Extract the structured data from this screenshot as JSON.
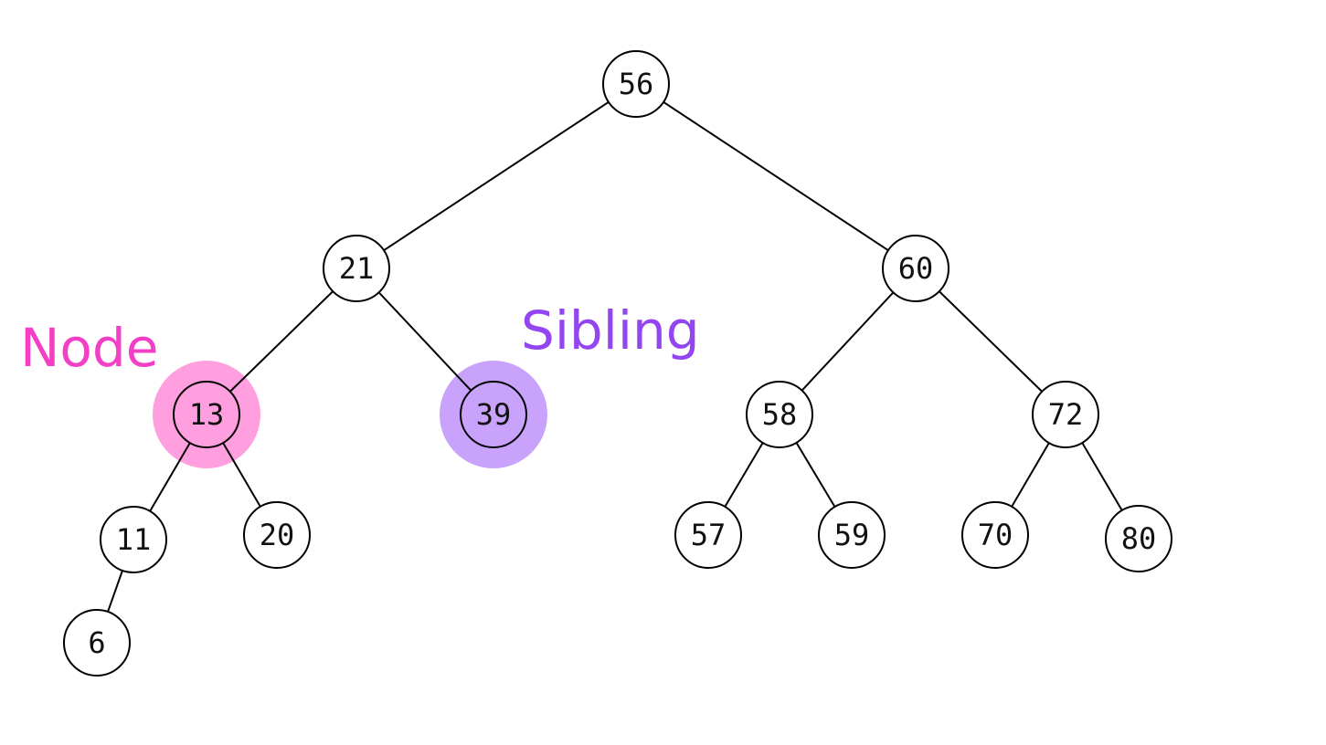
{
  "colors": {
    "node_highlight": "#ff9fe0",
    "node_label": "#f23fc5",
    "sibling_highlight": "#c9a3fb",
    "sibling_label": "#9245f0",
    "stroke": "#000000",
    "fill": "#ffffff"
  },
  "labels": {
    "node": "Node",
    "sibling": "Sibling"
  },
  "nodes": [
    {
      "id": "n56",
      "value": "56"
    },
    {
      "id": "n21",
      "value": "21"
    },
    {
      "id": "n60",
      "value": "60"
    },
    {
      "id": "n13",
      "value": "13",
      "highlight": "node"
    },
    {
      "id": "n39",
      "value": "39",
      "highlight": "sibling"
    },
    {
      "id": "n58",
      "value": "58"
    },
    {
      "id": "n72",
      "value": "72"
    },
    {
      "id": "n11",
      "value": "11"
    },
    {
      "id": "n20",
      "value": "20"
    },
    {
      "id": "n57",
      "value": "57"
    },
    {
      "id": "n59",
      "value": "59"
    },
    {
      "id": "n70",
      "value": "70"
    },
    {
      "id": "n80",
      "value": "80"
    },
    {
      "id": "n6",
      "value": "6"
    }
  ],
  "edges": [
    [
      "n56",
      "n21"
    ],
    [
      "n56",
      "n60"
    ],
    [
      "n21",
      "n13"
    ],
    [
      "n21",
      "n39"
    ],
    [
      "n60",
      "n58"
    ],
    [
      "n60",
      "n72"
    ],
    [
      "n13",
      "n11"
    ],
    [
      "n13",
      "n20"
    ],
    [
      "n58",
      "n57"
    ],
    [
      "n58",
      "n59"
    ],
    [
      "n72",
      "n70"
    ],
    [
      "n72",
      "n80"
    ],
    [
      "n11",
      "n6"
    ]
  ]
}
